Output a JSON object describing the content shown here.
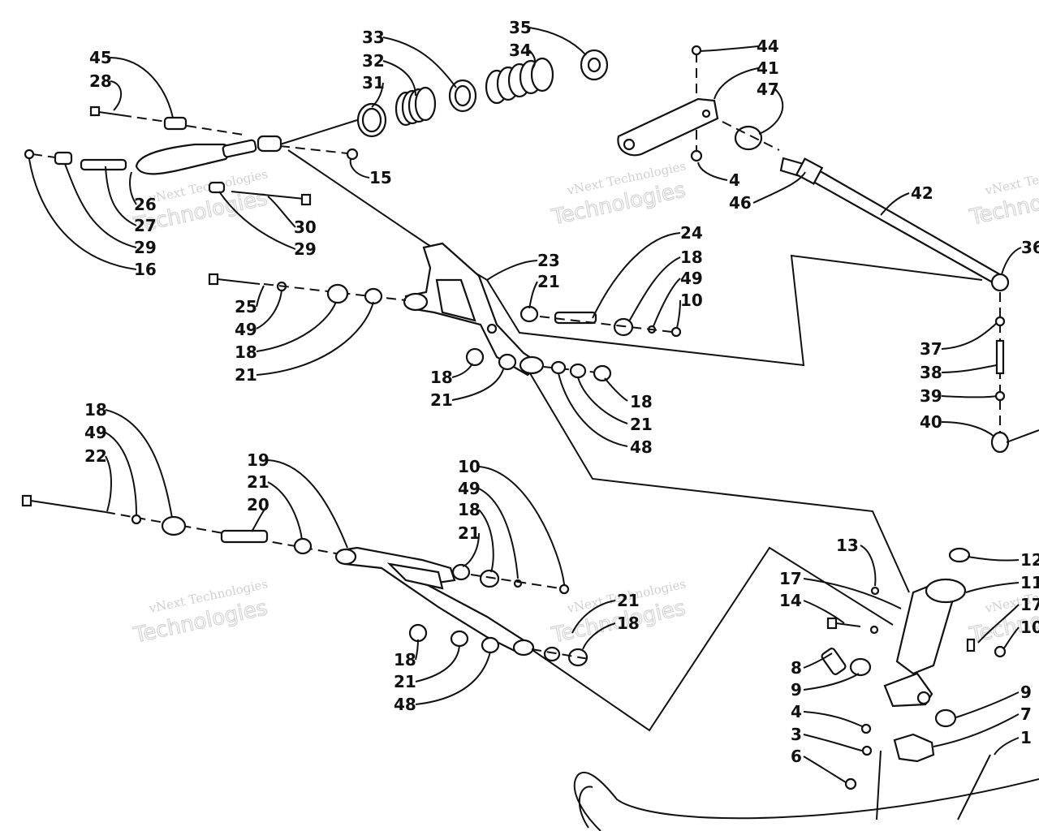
{
  "diagram": {
    "watermark": {
      "line1": "vNext Technologies",
      "line2": "Technologies"
    },
    "labels": {
      "45": "45",
      "28": "28",
      "33": "33",
      "32": "32",
      "31": "31",
      "35": "35",
      "34": "34",
      "44": "44",
      "41": "41",
      "47": "47",
      "15": "15",
      "4a": "4",
      "46": "46",
      "42": "42",
      "26": "26",
      "27": "27",
      "29a": "29",
      "16": "16",
      "30": "30",
      "29b": "29",
      "24": "24",
      "23": "23",
      "21a": "21",
      "18a": "18",
      "49a": "49",
      "10a": "10",
      "36": "36",
      "25": "25",
      "49b": "49",
      "18b": "18",
      "21b": "21",
      "18c": "18",
      "21c": "21",
      "18d": "18",
      "21d": "21",
      "48a": "48",
      "37": "37",
      "38": "38",
      "39": "39",
      "40": "40",
      "18e": "18",
      "49c": "49",
      "22": "22",
      "19": "19",
      "21e": "21",
      "20": "20",
      "10b": "10",
      "49d": "49",
      "18f": "18",
      "21f": "21",
      "13": "13",
      "12": "12",
      "11": "11",
      "17a": "17",
      "14": "14",
      "17b": "17",
      "10c": "10",
      "21g": "21",
      "18g": "18",
      "18h": "18",
      "21h": "21",
      "48b": "48",
      "8": "8",
      "9a": "9",
      "9b": "9",
      "4b": "4",
      "7": "7",
      "3": "3",
      "1": "1",
      "6": "6"
    }
  }
}
